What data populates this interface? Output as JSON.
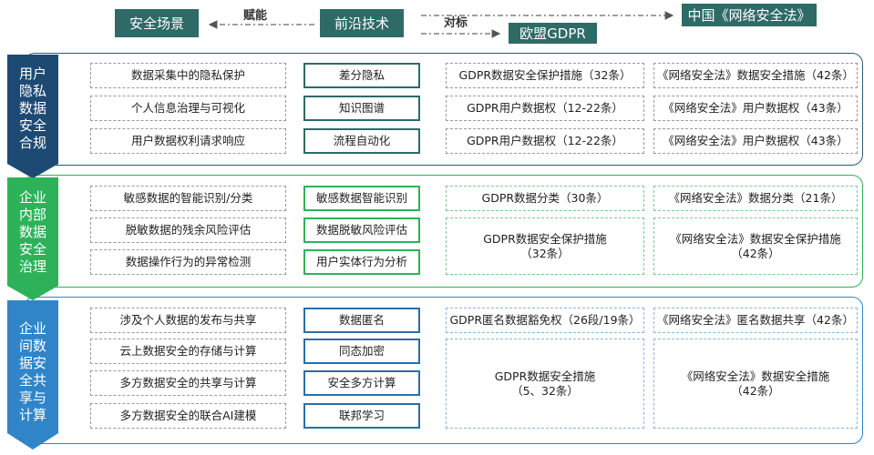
{
  "top": {
    "security_scenario": "安全场景",
    "empower": "赋能",
    "frontier_tech": "前沿技术",
    "benchmark": "对标",
    "china_law": "中国《网络安全法》",
    "eu_gdpr": "欧盟GDPR"
  },
  "sections": [
    {
      "side": "用户\n隐私\n数据\n安全\n合规",
      "rows": [
        {
          "scenario": "数据采集中的隐私保护",
          "tech": "差分隐私"
        },
        {
          "scenario": "个人信息治理与可视化",
          "tech": "知识图谱"
        },
        {
          "scenario": "用户数据权利请求响应",
          "tech": "流程自动化"
        }
      ],
      "gdpr": [
        "GDPR数据安全保护措施（32条）",
        "GDPR用户数据权（12-22条）",
        "GDPR用户数据权（12-22条）"
      ],
      "cn": [
        "《网络安全法》数据安全措施（42条）",
        "《网络安全法》用户数据权（43条）",
        "《网络安全法》用户数据权（43条）"
      ]
    },
    {
      "side": "企业\n内部\n数据\n安全\n治理",
      "rows": [
        {
          "scenario": "敏感数据的智能识别/分类",
          "tech": "敏感数据智能识别"
        },
        {
          "scenario": "脱敏数据的残余风险评估",
          "tech": "数据脱敏风险评估"
        },
        {
          "scenario": "数据操作行为的异常检测",
          "tech": "用户实体行为分析"
        }
      ],
      "gdpr": [
        "GDPR数据分类（30条）",
        "GDPR数据安全保护措施\n（32条）"
      ],
      "cn": [
        "《网络安全法》数据分类（21条）",
        "《网络安全法》数据安全保护措施\n（42条）"
      ]
    },
    {
      "side": "企业\n间数\n据安\n全共\n享与\n计算",
      "rows": [
        {
          "scenario": "涉及个人数据的发布与共享",
          "tech": "数据匿名"
        },
        {
          "scenario": "云上数据安全的存储与计算",
          "tech": "同态加密"
        },
        {
          "scenario": "多方数据安全的共享与计算",
          "tech": "安全多方计算"
        },
        {
          "scenario": "多方数据安全的联合AI建模",
          "tech": "联邦学习"
        }
      ],
      "gdpr": [
        "GDPR匿名数据豁免权（26段/19条）",
        "GDPR数据安全措施\n（5、32条）"
      ],
      "cn": [
        "《网络安全法》匿名数据共享（42条）",
        "《网络安全法》数据安全措施\n（42条）"
      ]
    }
  ],
  "colors": {
    "dark_teal": "#2e6b67",
    "navy": "#1d4a73",
    "green": "#2db25a",
    "blue": "#2f85c8"
  }
}
